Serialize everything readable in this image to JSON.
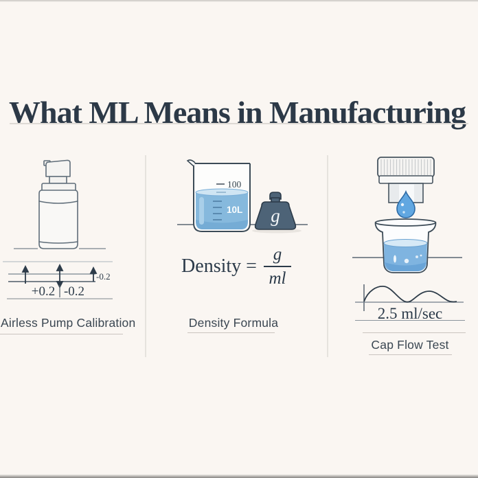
{
  "header": {
    "title": "What ML Means in Manufacturing"
  },
  "panels": {
    "pump": {
      "caption": "Airless Pump Calibration",
      "plus_tolerance": "+0.2",
      "minus_tolerance": "-0.2",
      "arrow_tolerance": "-0.2"
    },
    "density": {
      "caption": "Density Formula",
      "beaker_scale_top": "100",
      "beaker_volume": "10L",
      "weight_unit": "g",
      "formula_lhs": "Density =",
      "formula_numerator": "g",
      "formula_denominator": "ml"
    },
    "capflow": {
      "caption": "Cap Flow Test",
      "flow_rate": "2.5 ml/sec"
    }
  },
  "palette": {
    "background": "#faf6f2",
    "ink": "#2c3947",
    "caption_text": "#3a4651",
    "liquid_blue": "#7fb4e0",
    "liquid_surface": "#d6e9f6",
    "weight_slate": "#4d6377",
    "drop_blue": "#61a7e1",
    "rule_gray": "#c9c4bf"
  }
}
